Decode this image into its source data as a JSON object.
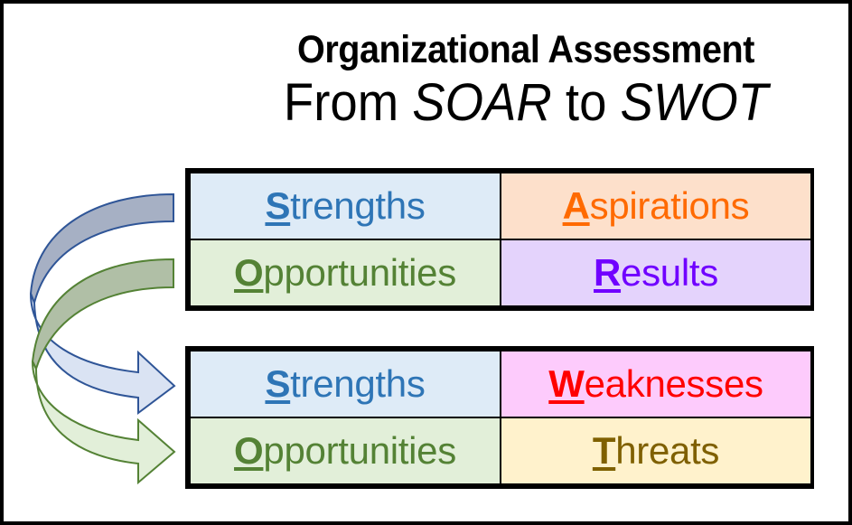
{
  "title": {
    "line1": "Organizational Assessment",
    "line2_prefix": "From ",
    "line2_from": "SOAR",
    "line2_mid": " to ",
    "line2_to": "SWOT"
  },
  "soar": {
    "cells": [
      {
        "initial": "S",
        "rest": "trengths",
        "label": "Strengths",
        "text_color": "#2e75b6",
        "bg_color": "#deebf7"
      },
      {
        "initial": "A",
        "rest": "spirations",
        "label": "Aspirations",
        "text_color": "#ff6a00",
        "bg_color": "#fde0cb"
      },
      {
        "initial": "O",
        "rest": "pportunities",
        "label": "Opportunities",
        "text_color": "#548235",
        "bg_color": "#e2efd9"
      },
      {
        "initial": "R",
        "rest": "esults",
        "label": "Results",
        "text_color": "#7000ff",
        "bg_color": "#e4d3fc"
      }
    ]
  },
  "swot": {
    "cells": [
      {
        "initial": "S",
        "rest": "trengths",
        "label": "Strengths",
        "text_color": "#2e75b6",
        "bg_color": "#deebf7"
      },
      {
        "initial": "W",
        "rest": "eaknesses",
        "label": "Weaknesses",
        "text_color": "#ff0000",
        "bg_color": "#fdcbfc"
      },
      {
        "initial": "O",
        "rest": "pportunities",
        "label": "Opportunities",
        "text_color": "#548235",
        "bg_color": "#e2efd9"
      },
      {
        "initial": "T",
        "rest": "hreats",
        "label": "Threats",
        "text_color": "#7f6000",
        "bg_color": "#fff2cc"
      }
    ]
  },
  "arrows": [
    {
      "name": "strengths-carryover-arrow",
      "from": "SOAR Strengths",
      "to": "SWOT Strengths",
      "stroke": "#2f5597",
      "fill_back": "#a6b0c4",
      "fill_front": "#dae3f3"
    },
    {
      "name": "opportunities-carryover-arrow",
      "from": "SOAR Opportunities",
      "to": "SWOT Opportunities",
      "stroke": "#548235",
      "fill_back": "#b0bfa6",
      "fill_front": "#e2efd9"
    }
  ]
}
